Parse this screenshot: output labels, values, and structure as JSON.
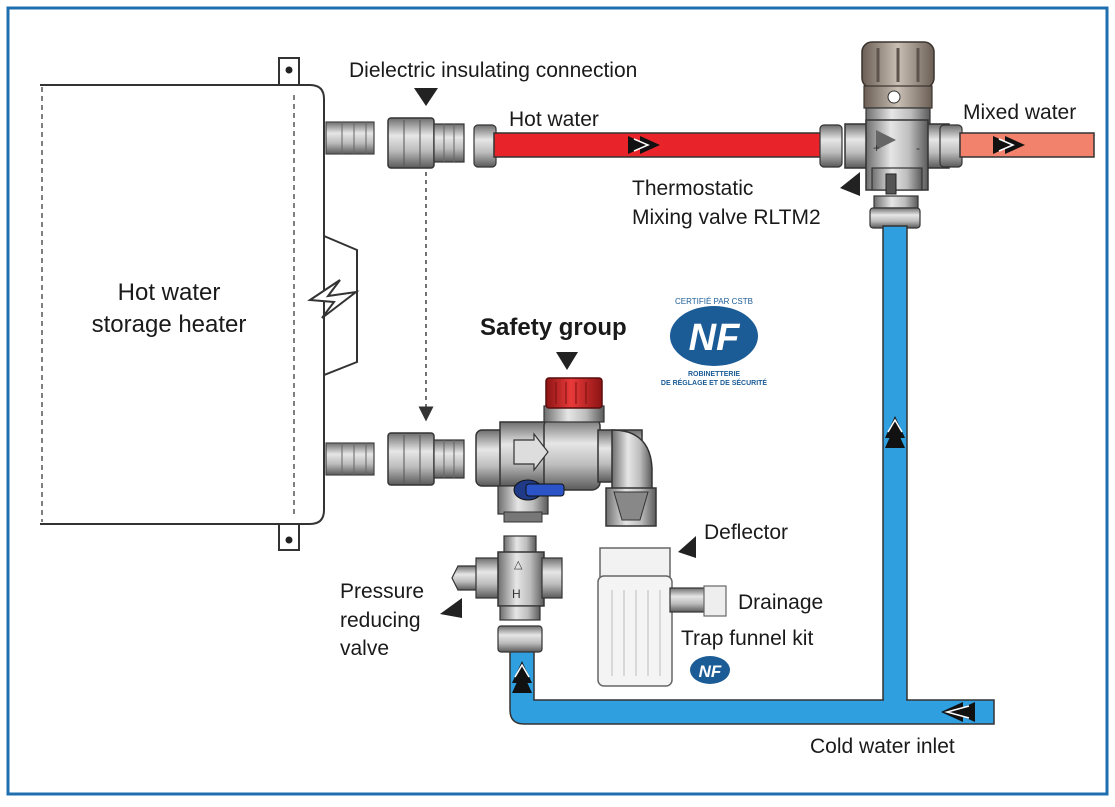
{
  "heater": {
    "line1": "Hot water",
    "line2": "storage heater"
  },
  "labels": {
    "dielectric": "Dielectric insulating connection",
    "hot_water": "Hot water",
    "mixed_water": "Mixed water",
    "thermostatic_line1": "Thermostatic",
    "thermostatic_line2": "Mixing valve RLTM2",
    "safety_group": "Safety group",
    "deflector": "Deflector",
    "pressure_line1": "Pressure",
    "pressure_line2": "reducing",
    "pressure_line3": "valve",
    "drainage": "Drainage",
    "trap_funnel": "Trap funnel kit",
    "cold_water_inlet": "Cold water inlet"
  },
  "nf_large": {
    "arc_text": "CERTIFIÉ PAR CSTB",
    "mark": "NF",
    "caption1": "ROBINETTERIE",
    "caption2": "DE RÉGLAGE ET DE SÉCURITÉ"
  },
  "nf_small": {
    "mark": "NF"
  },
  "colors": {
    "frame": "#1f6fb0",
    "hot_pipe": "#e8242a",
    "mixed_pipe": "#f2826c",
    "cold_pipe": "#2f9fe0",
    "nf_blue": "#1c5c96",
    "valve_gray": "#9a9a9a",
    "safety_red": "#d42a2a"
  }
}
